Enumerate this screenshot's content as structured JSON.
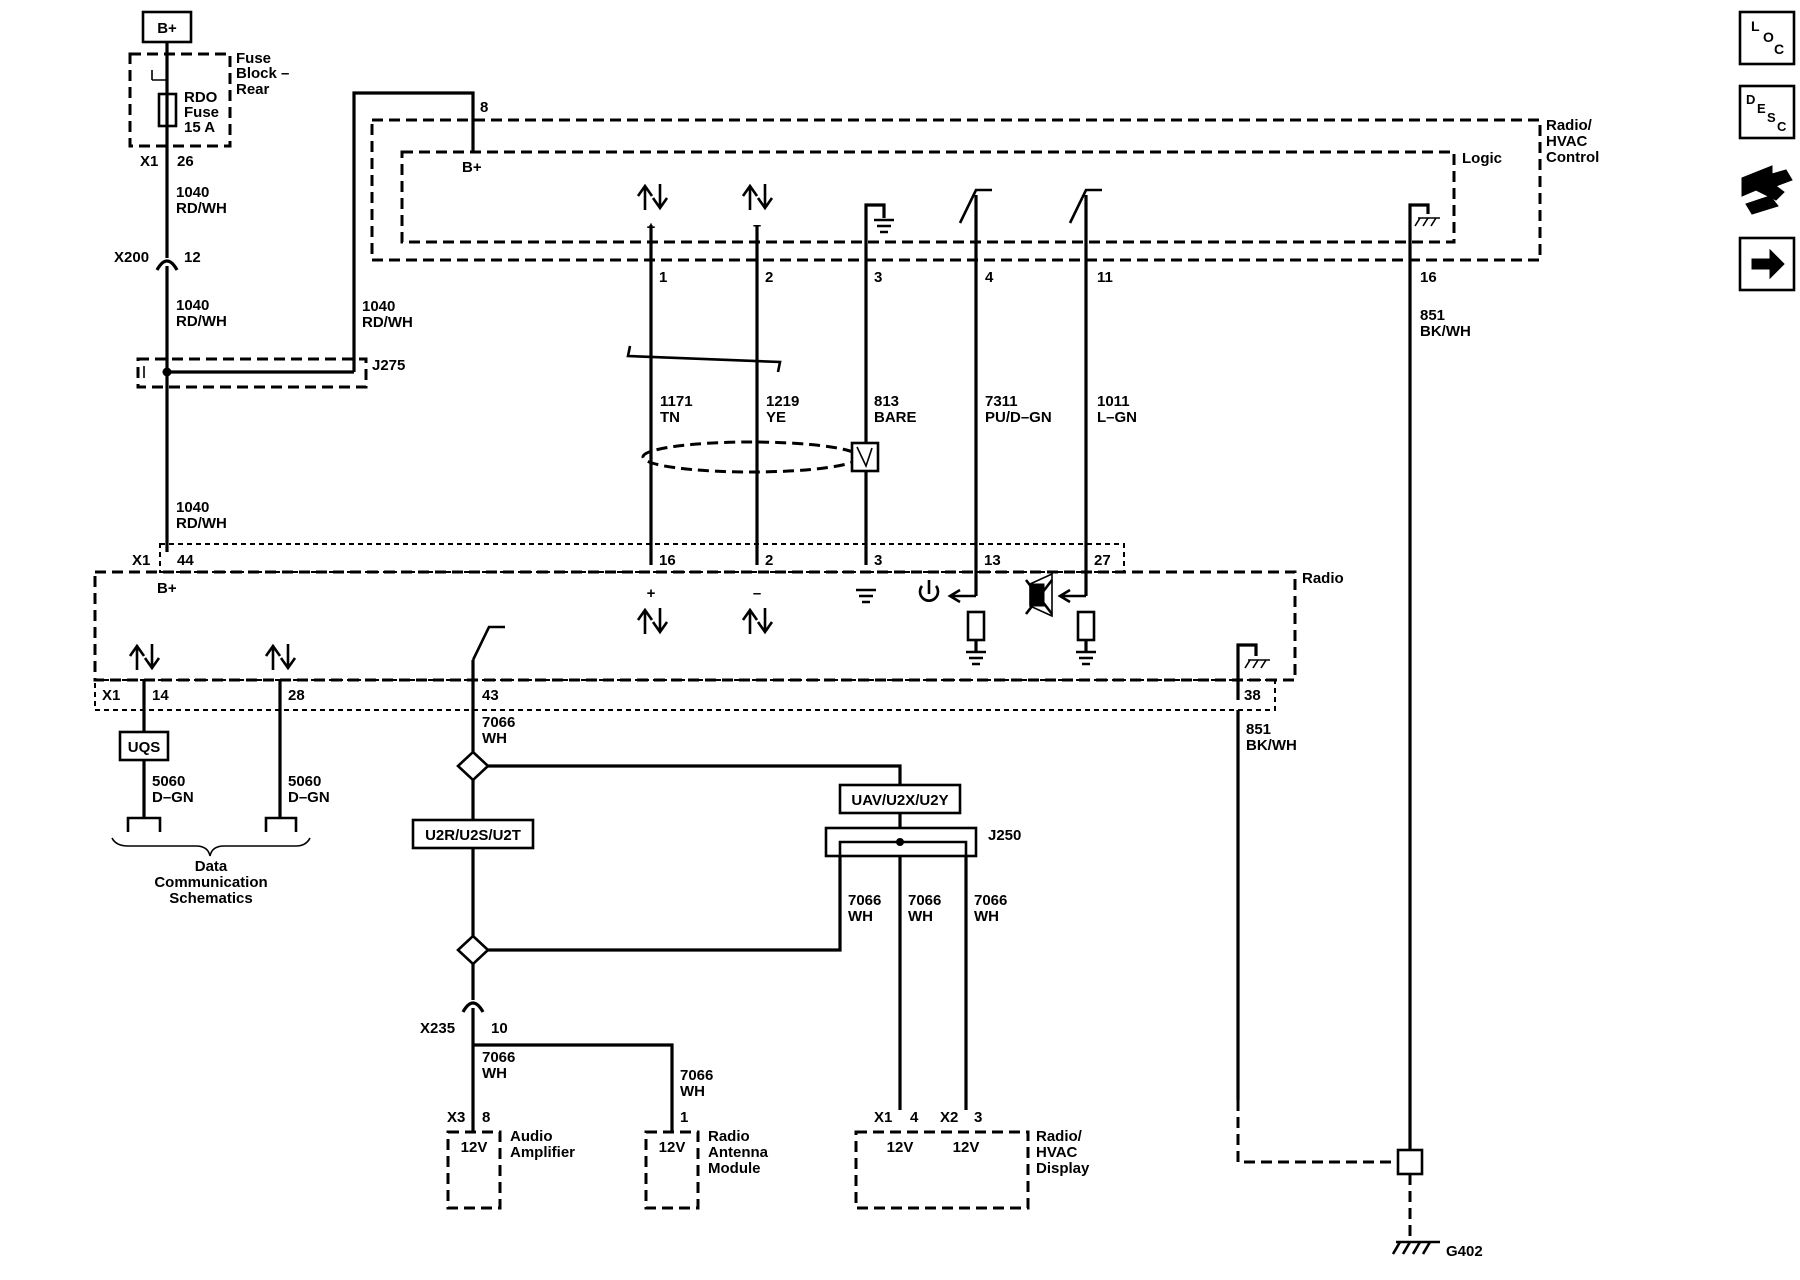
{
  "power": {
    "label": "B+"
  },
  "fuse_block": {
    "label_1": "Fuse",
    "label_2": "Block –",
    "label_3": "Rear",
    "fuse_1": "RDO",
    "fuse_2": "Fuse",
    "fuse_3": "15 A",
    "conn": "X1",
    "pin": "26"
  },
  "wire_1040_top": {
    "id": "1040",
    "color": "RD/WH"
  },
  "x200": {
    "conn": "X200",
    "pin": "12"
  },
  "wire_1040_mid": {
    "id": "1040",
    "color": "RD/WH"
  },
  "wire_1040_right": {
    "id": "1040",
    "color": "RD/WH"
  },
  "j275": {
    "label": "J275"
  },
  "wire_1040_low": {
    "id": "1040",
    "color": "RD/WH"
  },
  "hvac_control": {
    "label_1": "Radio/",
    "label_2": "HVAC",
    "label_3": "Control",
    "logic": "Logic",
    "bplus_pin": "8",
    "bplus": "B+",
    "pins": [
      "1",
      "2",
      "3",
      "4",
      "11",
      "16"
    ],
    "plus": "+",
    "minus": "–"
  },
  "wires_center": [
    {
      "id": "1171",
      "color": "TN"
    },
    {
      "id": "1219",
      "color": "YE"
    },
    {
      "id": "813",
      "color": "BARE"
    },
    {
      "id": "7311",
      "color": "PU/D–GN"
    },
    {
      "id": "1011",
      "color": "L–GN"
    }
  ],
  "wire_851_right": {
    "id": "851",
    "color": "BK/WH"
  },
  "radio": {
    "label": "Radio",
    "conn_top": "X1",
    "top_pins": [
      "44",
      "16",
      "2",
      "3",
      "13",
      "27"
    ],
    "bplus": "B+",
    "plus": "+",
    "minus": "–",
    "conn_bottom": "X1",
    "bottom_pins": [
      "14",
      "28",
      "43",
      "38"
    ]
  },
  "uqs": {
    "label": "UQS"
  },
  "wire_5060_a": {
    "id": "5060",
    "color": "D–GN"
  },
  "wire_5060_b": {
    "id": "5060",
    "color": "D–GN"
  },
  "data_comm": {
    "line_1": "Data",
    "line_2": "Communication",
    "line_3": "Schematics"
  },
  "wire_7066_top": {
    "id": "7066",
    "color": "WH"
  },
  "option_left": {
    "label": "U2R/U2S/U2T"
  },
  "option_right": {
    "label": "UAV/U2X/U2Y"
  },
  "j250": {
    "label": "J250"
  },
  "wires_7066_j250": [
    {
      "id": "7066",
      "color": "WH"
    },
    {
      "id": "7066",
      "color": "WH"
    },
    {
      "id": "7066",
      "color": "WH"
    }
  ],
  "wire_851_left": {
    "id": "851",
    "color": "BK/WH"
  },
  "x235": {
    "conn": "X235",
    "pin": "10"
  },
  "wire_7066_amp": {
    "id": "7066",
    "color": "WH"
  },
  "wire_7066_ant": {
    "id": "7066",
    "color": "WH"
  },
  "audio_amp": {
    "conn": "X3",
    "pin": "8",
    "volt": "12V",
    "label_1": "Audio",
    "label_2": "Amplifier"
  },
  "antenna": {
    "pin": "1",
    "volt": "12V",
    "label_1": "Radio",
    "label_2": "Antenna",
    "label_3": "Module"
  },
  "display": {
    "conn_1": "X1",
    "pin_1": "4",
    "conn_2": "X2",
    "pin_2": "3",
    "volt_1": "12V",
    "volt_2": "12V",
    "label_1": "Radio/",
    "label_2": "HVAC",
    "label_3": "Display"
  },
  "ground": {
    "label": "G402"
  },
  "nav": {
    "loc": {
      "l1": "L",
      "l2": "O",
      "l3": "C"
    },
    "desc": {
      "l1": "D",
      "l2": "E",
      "l3": "S",
      "l4": "C"
    },
    "icons": [
      "loc-button-icon",
      "desc-button-icon",
      "connector-tool-icon",
      "next-arrow-icon"
    ]
  }
}
